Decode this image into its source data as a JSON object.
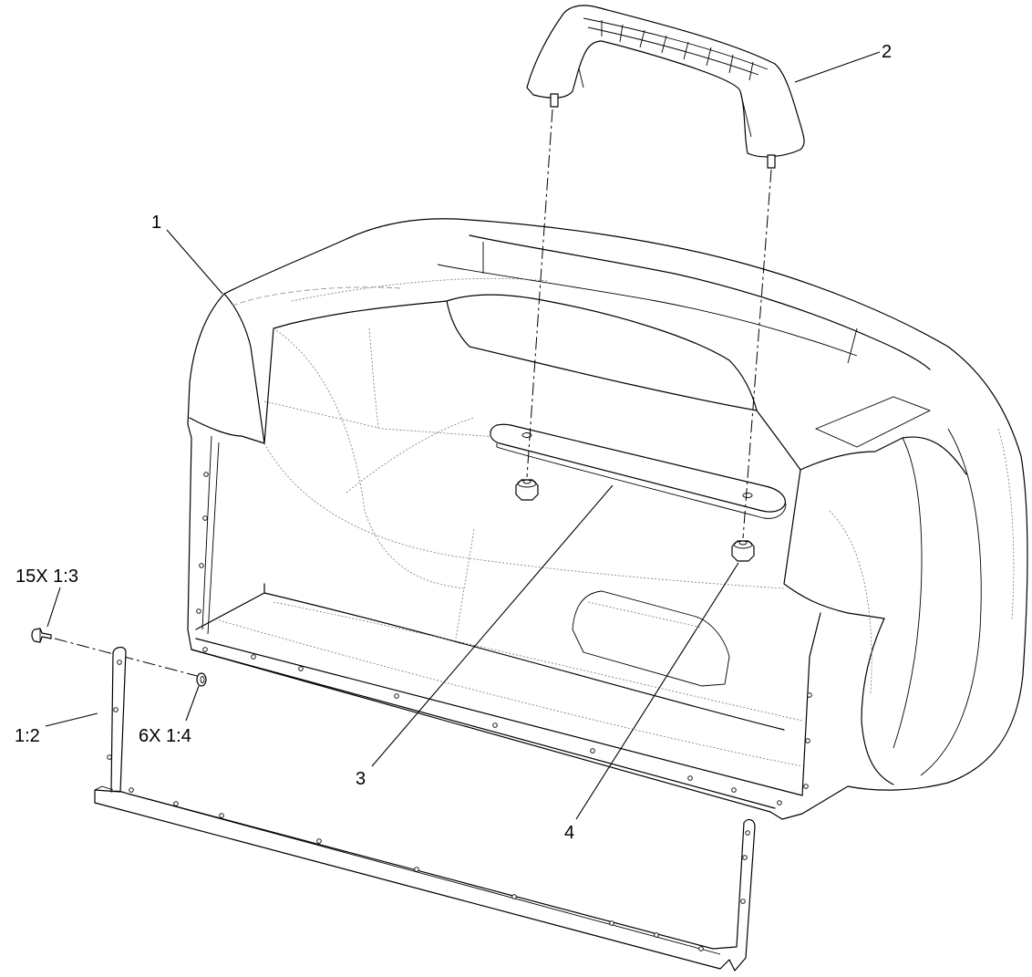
{
  "callouts": {
    "c1": "1",
    "c2": "2",
    "c3": "3",
    "c4": "4",
    "c15x13": "15X 1:3",
    "c12": "1:2",
    "c6x14": "6X 1:4"
  }
}
